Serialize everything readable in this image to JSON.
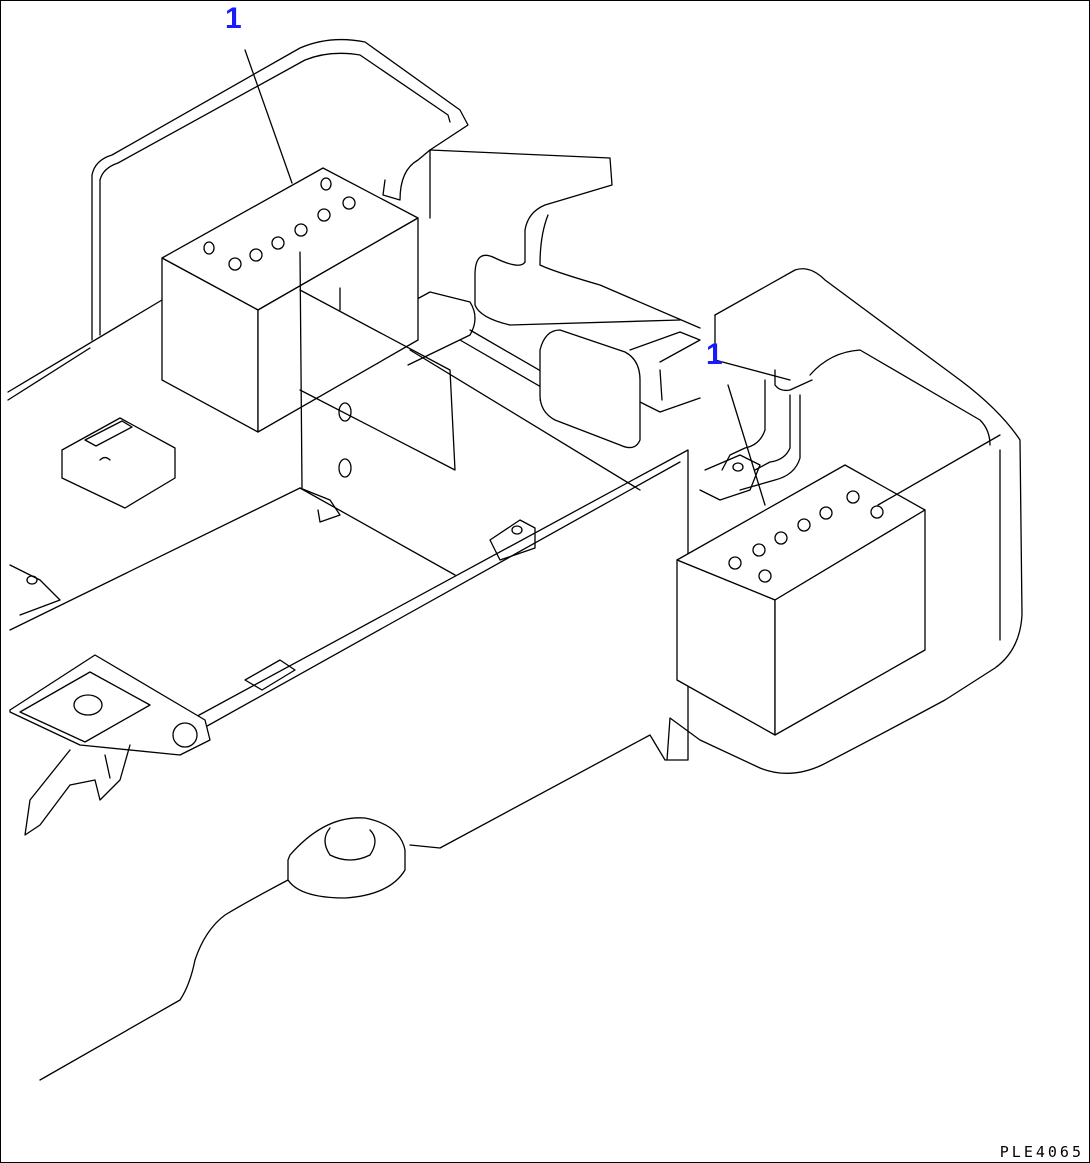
{
  "callouts": [
    {
      "label": "1",
      "color": "#1a1aff"
    },
    {
      "label": "1",
      "color": "#1a1aff"
    }
  ],
  "drawing_code": "PLE4065",
  "parts": {
    "item_1": "battery"
  },
  "line_color": "#000000",
  "background_color": "#ffffff"
}
